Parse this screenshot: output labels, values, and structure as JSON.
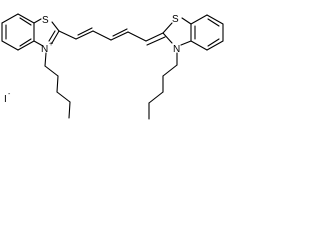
{
  "structure": {
    "atoms": {
      "left_sulfur": "S",
      "left_nitrogen": "N",
      "left_nitrogen_charge": "+",
      "right_sulfur": "S",
      "right_nitrogen": "N"
    },
    "counterion": "I",
    "counterion_charge": "-"
  }
}
